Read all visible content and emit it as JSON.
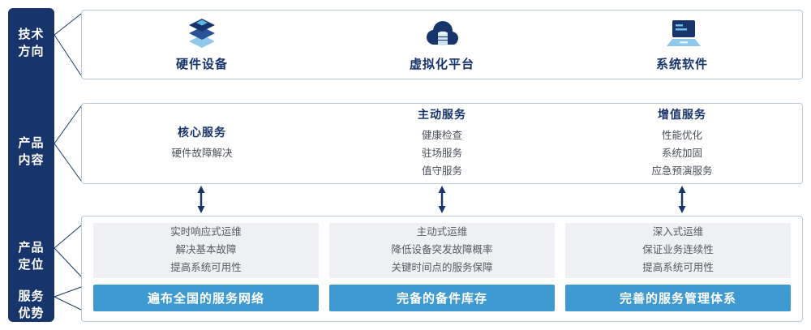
{
  "colors": {
    "sidebar_bg": "#17356b",
    "title_text": "#17356b",
    "accent_bar": "#3f9ad1",
    "gray_panel": "#eef0f3",
    "box_border": "#b9c9da",
    "icon_light_blue": "#8ec9ec"
  },
  "sidebar": {
    "items": [
      {
        "line1": "技术",
        "line2": "方向"
      },
      {
        "line1": "产品",
        "line2": "内容"
      },
      {
        "line1": "产品",
        "line2": "定位"
      },
      {
        "line1": "服务",
        "line2": "优势"
      }
    ]
  },
  "tech_row": {
    "columns": [
      {
        "icon": "server-stack-icon",
        "label": "硬件设备"
      },
      {
        "icon": "cloud-platform-icon",
        "label": "虚拟化平台"
      },
      {
        "icon": "system-software-icon",
        "label": "系统软件"
      }
    ]
  },
  "content_row": {
    "columns": [
      {
        "title": "核心服务",
        "items": [
          "硬件故障解决"
        ]
      },
      {
        "title": "主动服务",
        "items": [
          "健康检查",
          "驻场服务",
          "值守服务"
        ]
      },
      {
        "title": "增值服务",
        "items": [
          "性能优化",
          "系统加固",
          "应急预演服务"
        ]
      }
    ]
  },
  "positioning_row": {
    "columns": [
      {
        "lines": [
          "实时响应式运维",
          "解决基本故障",
          "提高系统可用性"
        ],
        "bar_label": "遍布全国的服务网络"
      },
      {
        "lines": [
          "主动式运维",
          "降低设备突发故障概率",
          "关键时间点的服务保障"
        ],
        "bar_label": "完备的备件库存"
      },
      {
        "lines": [
          "深入式运维",
          "保证业务连续性",
          "提高系统可用性"
        ],
        "bar_label": "完善的服务管理体系"
      }
    ]
  }
}
